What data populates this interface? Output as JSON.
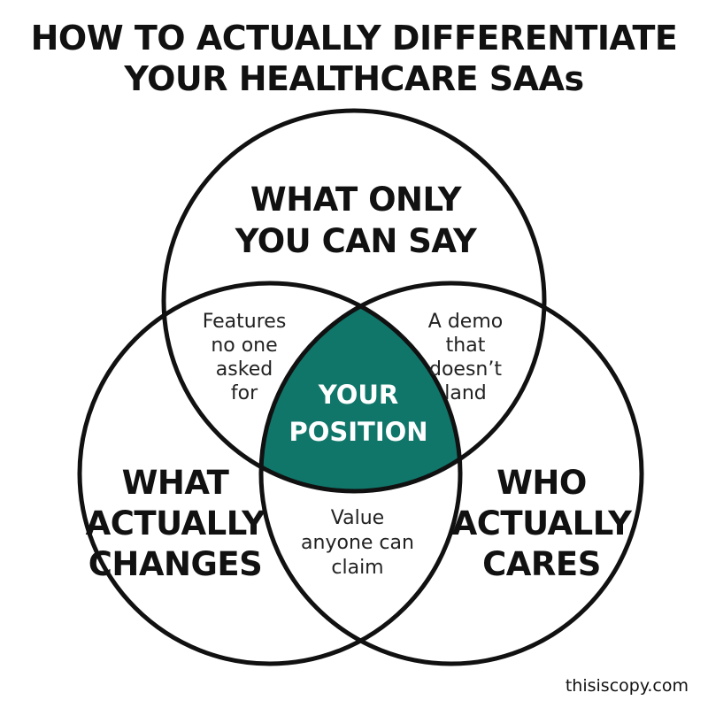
{
  "title": {
    "line1": "HOW TO ACTUALLY DIFFERENTIATE",
    "line2": "YOUR HEALTHCARE SAAs"
  },
  "circles": {
    "top": {
      "lines": [
        "WHAT ONLY",
        "YOU CAN SAY"
      ]
    },
    "left": {
      "lines": [
        "WHAT",
        "ACTUALLY",
        "CHANGES"
      ]
    },
    "right": {
      "lines": [
        "WHO",
        "ACTUALLY",
        "CARES"
      ]
    }
  },
  "overlaps": {
    "top_left": {
      "lines": [
        "Features",
        "no one",
        "asked",
        "for"
      ]
    },
    "top_right": {
      "lines": [
        "A demo",
        "that",
        "doesn’t",
        "land"
      ]
    },
    "left_right": {
      "lines": [
        "Value",
        "anyone can",
        "claim"
      ]
    }
  },
  "center": {
    "lines": [
      "YOUR",
      "POSITION"
    ]
  },
  "credit": "thisiscopy.com",
  "colors": {
    "center_fill": "#10766a",
    "stroke": "#111111",
    "background": "#ffffff"
  }
}
